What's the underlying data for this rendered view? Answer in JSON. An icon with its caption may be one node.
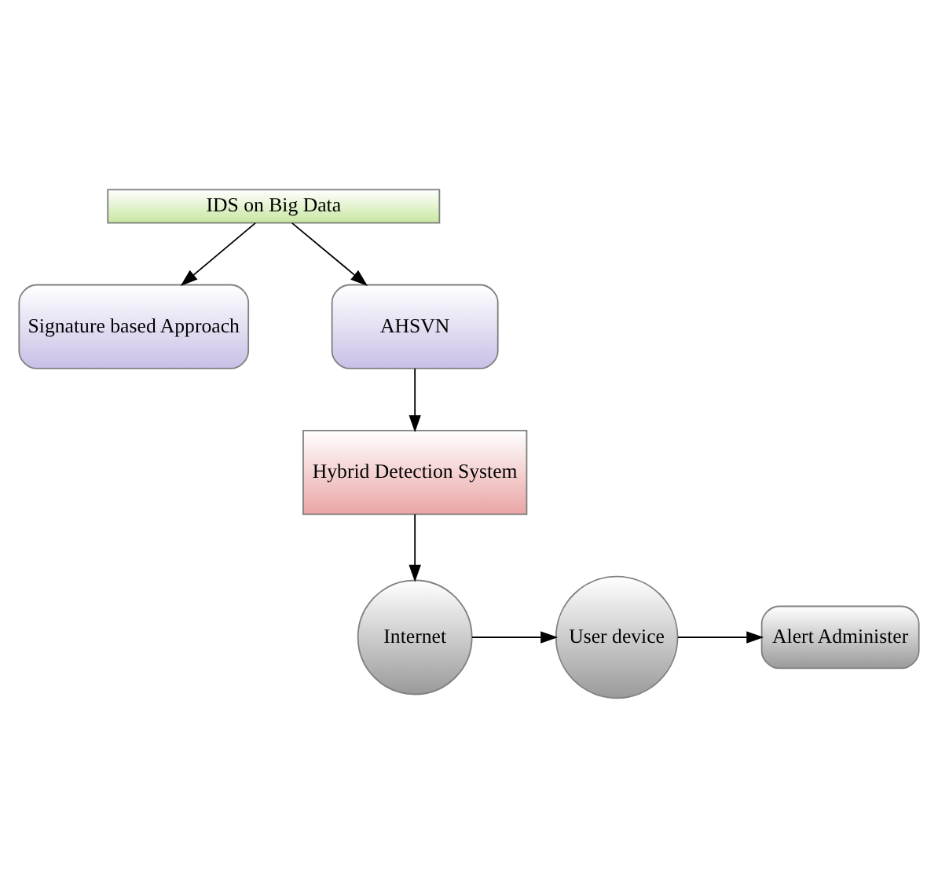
{
  "diagram": {
    "nodes": [
      {
        "text": [
          "IDS on Big Data"
        ]
      },
      {
        "text": [
          "Signature based Approach"
        ]
      },
      {
        "text": [
          "AHSVN"
        ]
      },
      {
        "text": [
          "Hybrid Detection System"
        ]
      },
      {
        "text": [
          "Internet"
        ]
      },
      {
        "text": [
          "User device"
        ]
      },
      {
        "text": [
          "Alert Administer"
        ]
      }
    ],
    "edges": [
      {
        "from": 0,
        "to": 1,
        "arrow": "to"
      },
      {
        "from": 0,
        "to": 2,
        "arrow": "to"
      },
      {
        "from": 2,
        "to": 3,
        "arrow": "to"
      },
      {
        "from": 3,
        "to": 4,
        "arrow": "to"
      },
      {
        "from": 4,
        "to": 5,
        "arrow": "to"
      },
      {
        "from": 5,
        "to": 6,
        "arrow": "to"
      }
    ]
  }
}
